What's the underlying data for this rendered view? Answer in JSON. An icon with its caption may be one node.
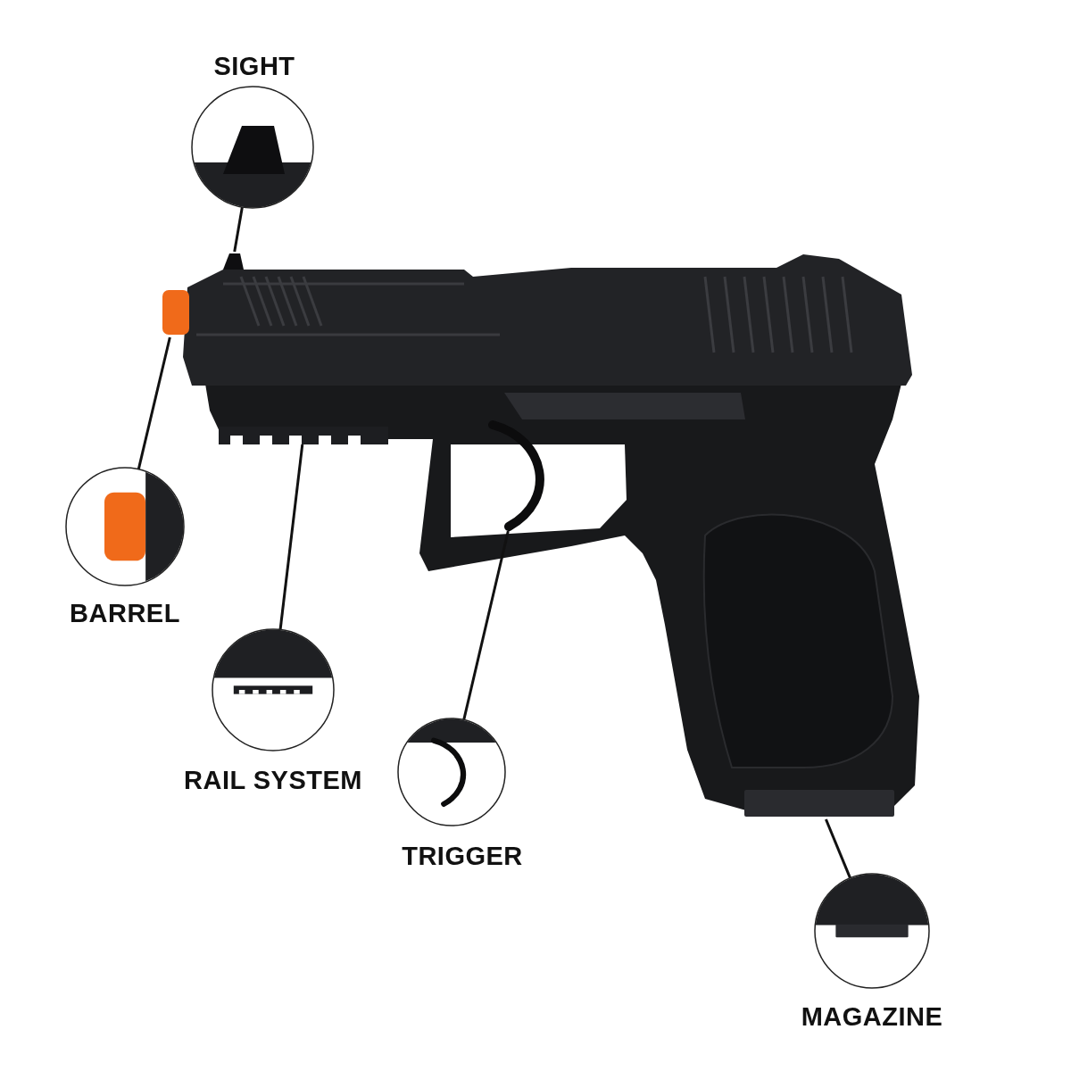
{
  "diagram": {
    "nodes": [
      {
        "text": [],
        "shape": "picture"
      },
      {
        "text": [],
        "shape": "picture"
      },
      {
        "text": [],
        "shape": "box"
      },
      {
        "text": [],
        "shape": "picture",
        "in": 0
      },
      {
        "text": [],
        "shape": "picture",
        "in": 0
      },
      {
        "text": [],
        "shape": "bar",
        "in": 0
      },
      {
        "text": [
          "SIGHT"
        ]
      },
      {
        "text": [
          "BARREL"
        ]
      },
      {
        "text": [
          "RAIL SYSTEM"
        ]
      },
      {
        "text": [
          "TRIGGER"
        ]
      },
      {
        "text": [
          "MAGAZINE"
        ]
      }
    ],
    "edges": [
      {
        "from": 6,
        "to": 1,
        "arrow": "none"
      },
      {
        "from": 7,
        "to": 2,
        "arrow": "none"
      },
      {
        "from": 8,
        "to": 3,
        "arrow": "none"
      },
      {
        "from": 9,
        "to": 4,
        "arrow": "none"
      },
      {
        "from": 10,
        "to": 5,
        "arrow": "none"
      }
    ]
  }
}
